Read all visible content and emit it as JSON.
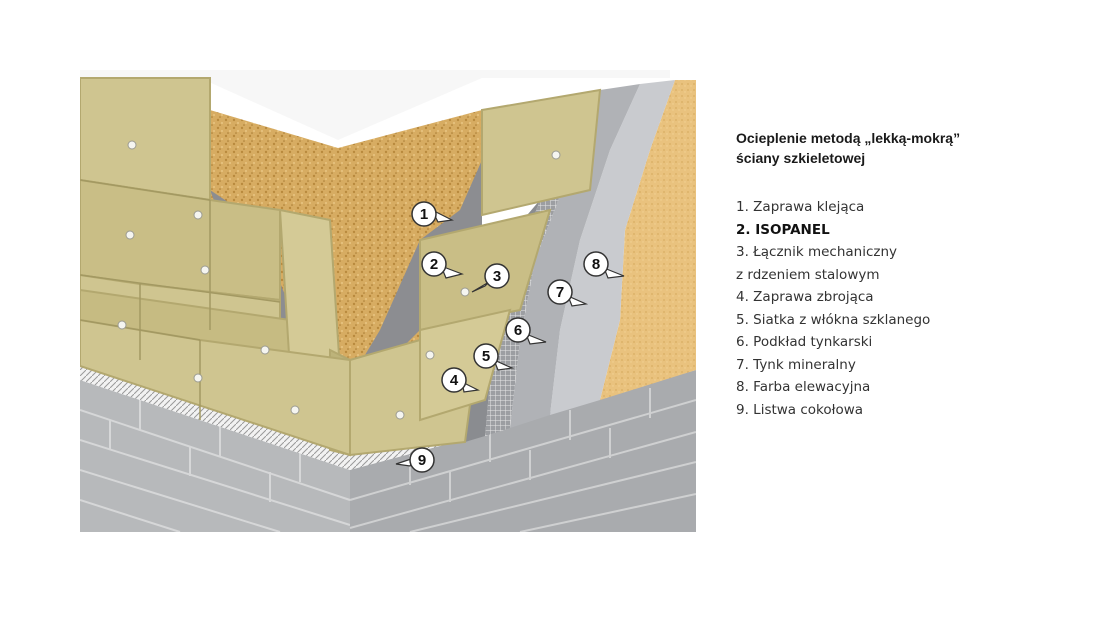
{
  "figure": {
    "title_line1": "Ocieplenie metodą „lekką-mokrą”",
    "title_line2": "ściany szkieletowej"
  },
  "legend": [
    {
      "text": "1. Zaprawa klejąca",
      "strong": false
    },
    {
      "text": "2. ISOPANEL",
      "strong": true
    },
    {
      "text": "3. Łącznik mechaniczny",
      "strong": false
    },
    {
      "text": "z rdzeniem stalowym",
      "strong": false
    },
    {
      "text": "4. Zaprawa zbrojąca",
      "strong": false
    },
    {
      "text": "5. Siatka z włókna szklanego",
      "strong": false
    },
    {
      "text": "6. Podkład tynkarski",
      "strong": false
    },
    {
      "text": "7. Tynk mineralny",
      "strong": false
    },
    {
      "text": "8. Farba elewacyjna",
      "strong": false
    },
    {
      "text": "9. Listwa cokołowa",
      "strong": false
    }
  ],
  "callouts": [
    "1",
    "2",
    "3",
    "4",
    "5",
    "6",
    "7",
    "8",
    "9"
  ],
  "colors": {
    "mineral_wool": "#cfc590",
    "osb": "#d7ac62",
    "adhesive": "#8c8d91",
    "plaster": "#c6c8cc",
    "paint": "#e9c27e",
    "brick": "#b7b9bb",
    "base_strip": "#f2f2f2"
  }
}
